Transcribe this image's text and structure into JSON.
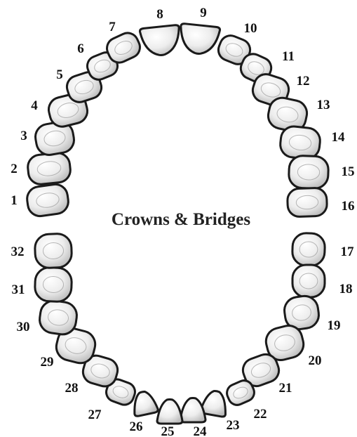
{
  "title": "Crowns & Bridges",
  "colors": {
    "outline": "#1a1a1a",
    "fill_light": "#ffffff",
    "fill_dark": "#c8c8c8",
    "label": "#111111"
  },
  "teeth": [
    {
      "number": "1"
    },
    {
      "number": "2"
    },
    {
      "number": "3"
    },
    {
      "number": "4"
    },
    {
      "number": "5"
    },
    {
      "number": "6"
    },
    {
      "number": "7"
    },
    {
      "number": "8"
    },
    {
      "number": "9"
    },
    {
      "number": "10"
    },
    {
      "number": "11"
    },
    {
      "number": "12"
    },
    {
      "number": "13"
    },
    {
      "number": "14"
    },
    {
      "number": "15"
    },
    {
      "number": "16"
    },
    {
      "number": "17"
    },
    {
      "number": "18"
    },
    {
      "number": "19"
    },
    {
      "number": "20"
    },
    {
      "number": "21"
    },
    {
      "number": "22"
    },
    {
      "number": "23"
    },
    {
      "number": "24"
    },
    {
      "number": "25"
    },
    {
      "number": "26"
    },
    {
      "number": "27"
    },
    {
      "number": "28"
    },
    {
      "number": "29"
    },
    {
      "number": "30"
    },
    {
      "number": "31"
    },
    {
      "number": "32"
    }
  ]
}
